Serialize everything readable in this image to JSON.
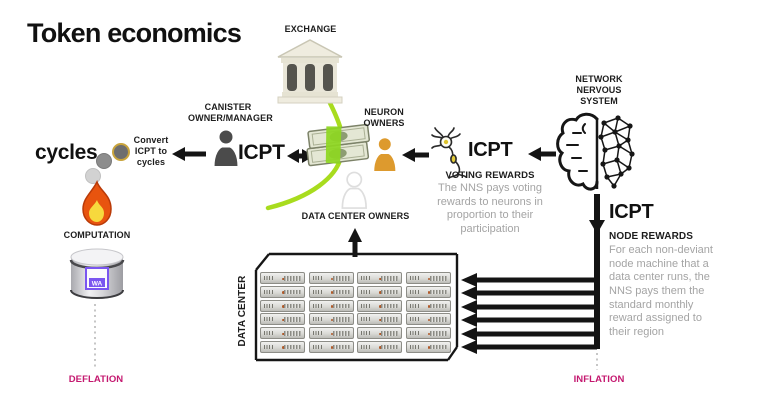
{
  "title": "Token economics",
  "labels": {
    "exchange": "EXCHANGE",
    "canister_owner": "CANISTER OWNER/MANAGER",
    "neuron_owners": "NEURON OWNERS",
    "nns": "NETWORK NERVOUS SYSTEM",
    "data_center_owners": "DATA CENTER OWNERS",
    "data_center": "DATA CENTER",
    "computation": "COMPUTATION",
    "cycles": "cycles",
    "convert": "Convert ICPT to cycles",
    "deflation": "DEFLATION",
    "inflation": "INFLATION"
  },
  "tokens": {
    "canister_flow": "ICPT",
    "voting_flow": "ICPT",
    "node_flow": "ICPT"
  },
  "voting_rewards": {
    "heading": "VOTING REWARDS",
    "body": "The NNS pays voting rewards to neurons in proportion to their participation"
  },
  "node_rewards": {
    "heading": "NODE REWARDS",
    "body": "For each non-deviant node machine that a data center runs, the NNS pays them the standard monthly reward assigned to their region"
  },
  "canister_badge": "WA",
  "rack": {
    "columns": 4,
    "rows": 6
  },
  "colors": {
    "flow_green": "#a8dc1e",
    "band_green": "#8ed621",
    "magenta": "#c4186f",
    "muted_text": "#a4a4a4",
    "ink": "#161616",
    "neuron_owner_orange": "#dd9a2e",
    "flame_orange": "#e8540f",
    "flame_yellow": "#f7d93d",
    "wasm_purple": "#7a55f0"
  }
}
